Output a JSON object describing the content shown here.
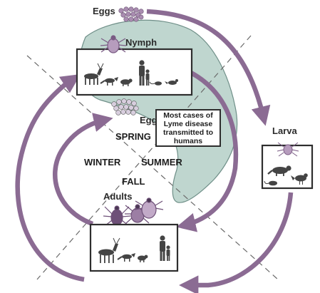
{
  "stages": {
    "eggs_top": "Eggs",
    "nymph": "Nymph",
    "eggs_center": "Eggs",
    "larva": "Larva",
    "adults": "Adults"
  },
  "seasons": {
    "spring": "SPRING",
    "winter": "WINTER",
    "summer": "SUMMER",
    "fall": "FALL"
  },
  "note": "Most cases of Lyme disease transmitted to humans",
  "colors": {
    "arrow": "#8b6b93",
    "risk_zone": "#bfd6cf",
    "box_border": "#2e2e2e",
    "dashed_line": "#6a6a6a",
    "egg": "#a98cb0",
    "tick": "#7a5b84",
    "animal": "#444444"
  },
  "icons": [
    "egg-cluster-icon",
    "tick-icon",
    "deer-icon",
    "fox-icon",
    "raccoon-icon",
    "mouse-icon",
    "bird-icon",
    "human-icon"
  ]
}
